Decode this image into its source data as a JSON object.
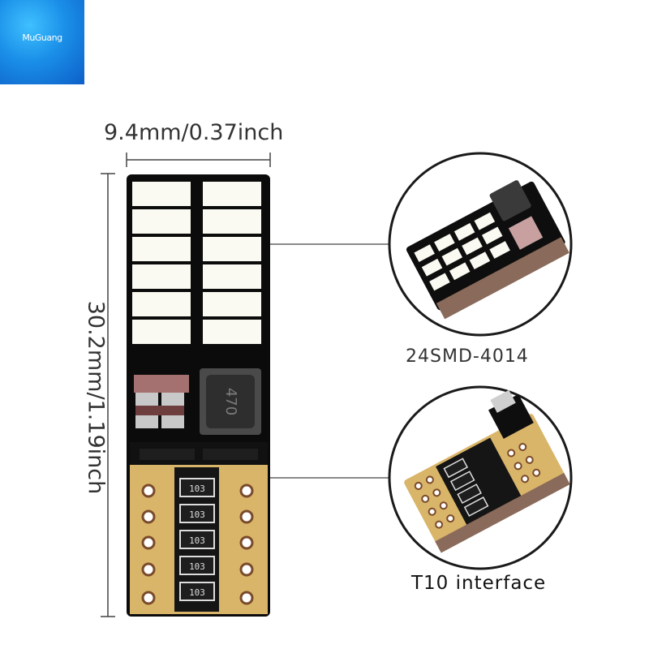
{
  "brand": {
    "logo_text": "MuGuang",
    "logo_color": "#1a8fe8"
  },
  "dimensions": {
    "width_label": "9.4mm/0.37inch",
    "height_label": "30.2mm/1.19inch"
  },
  "callouts": {
    "led_caption": "24SMD-4014",
    "interface_caption": "T10 interface"
  },
  "components": {
    "inductor_marking": "470",
    "resistor_markings": [
      "103",
      "103",
      "103",
      "103",
      "103"
    ]
  },
  "colors": {
    "pcb": "#0b0b0b",
    "led": "#fafaf2",
    "pad_gold": "#d9b56a",
    "line": "#555555"
  }
}
